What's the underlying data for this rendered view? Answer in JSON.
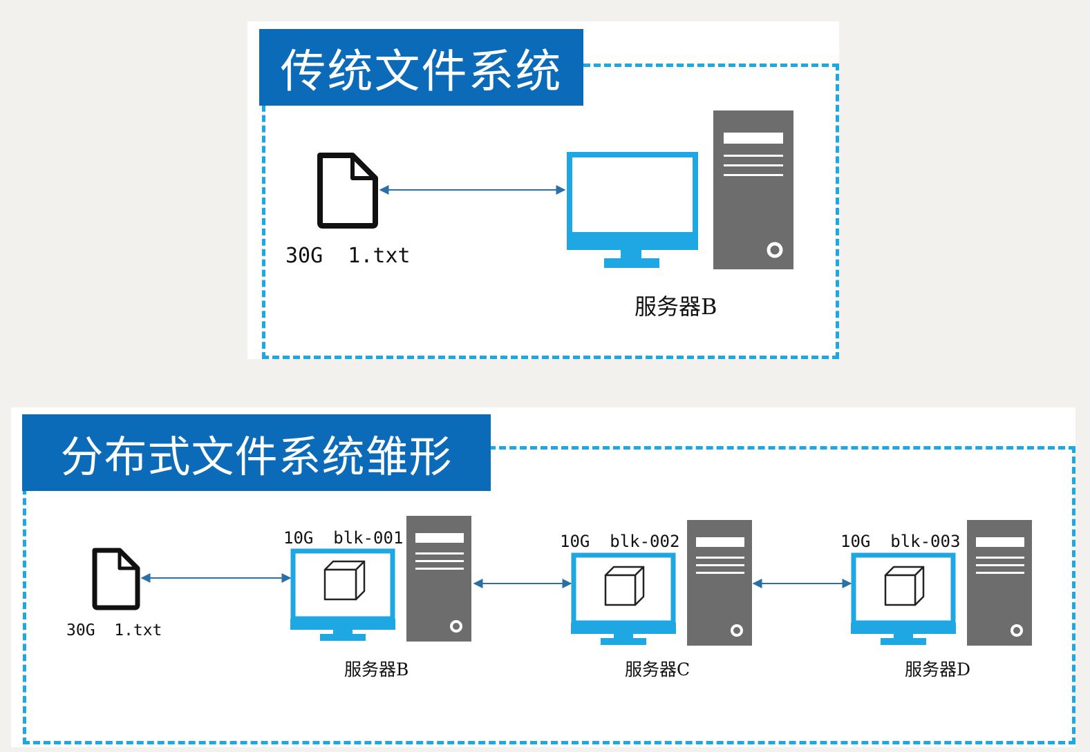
{
  "colors": {
    "title_bg": "#0b6bb8",
    "dash": "#1ea7e2",
    "monitor": "#1ea7e2",
    "tower": "#6d6d6d",
    "arrow": "#2a6fa8"
  },
  "traditional": {
    "title": "传统文件系统",
    "file_label": "30G  1.txt",
    "server_label": "服务器B"
  },
  "distributed": {
    "title": "分布式文件系统雏形",
    "file_label": "30G  1.txt",
    "servers": [
      {
        "block_label": "10G  blk-001",
        "server_label": "服务器B"
      },
      {
        "block_label": "10G  blk-002",
        "server_label": "服务器C"
      },
      {
        "block_label": "10G  blk-003",
        "server_label": "服务器D"
      }
    ]
  }
}
